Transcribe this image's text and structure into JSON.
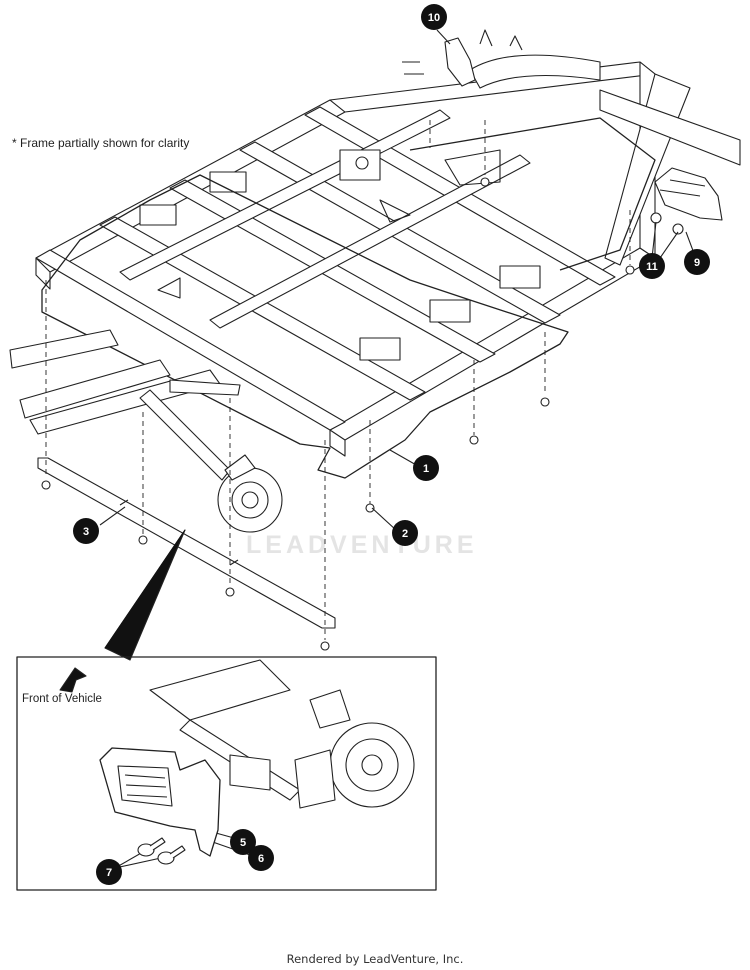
{
  "note": "* Frame partially shown for clarity",
  "inset": {
    "direction_label": "Front of Vehicle"
  },
  "watermark": "LEADVENTURE",
  "footer": "Rendered by LeadVenture, Inc.",
  "callouts": [
    {
      "id": "1",
      "label": "1"
    },
    {
      "id": "2",
      "label": "2"
    },
    {
      "id": "3",
      "label": "3"
    },
    {
      "id": "5",
      "label": "5"
    },
    {
      "id": "6",
      "label": "6"
    },
    {
      "id": "7",
      "label": "7"
    },
    {
      "id": "9",
      "label": "9"
    },
    {
      "id": "10",
      "label": "10"
    },
    {
      "id": "11",
      "label": "11"
    }
  ],
  "colors": {
    "line": "#222222",
    "callout_fill": "#111111",
    "faint": "#cfcfcf"
  }
}
